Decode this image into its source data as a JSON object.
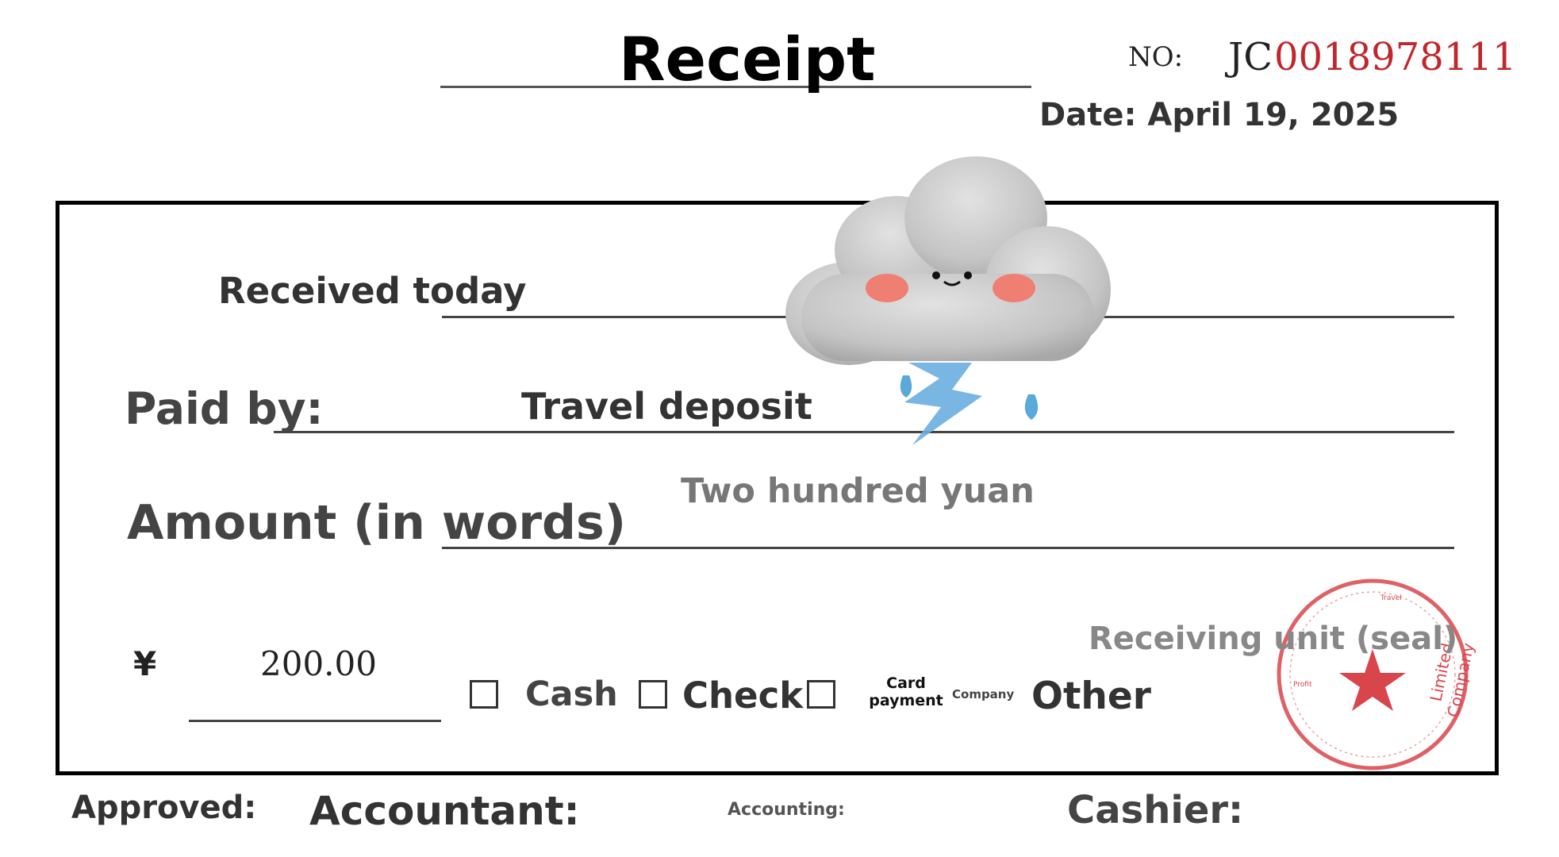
{
  "receipt": {
    "title": "Receipt",
    "number_label": "NO:",
    "number_prefix": "JC",
    "number_digits": "0018978111",
    "date": "Date: April 19, 2025"
  },
  "fields": {
    "received_label": "Received today",
    "paid_by_label": "Paid by:",
    "paid_by_value": "Travel deposit",
    "amount_words_label": "Amount (in words)",
    "amount_words_value": "Two hundred yuan",
    "currency_symbol": "¥",
    "amount_value": "200.00"
  },
  "payment_methods": {
    "cash": "Cash",
    "check": "Check",
    "card": "Card payment",
    "company_small": "Company",
    "other": "Other"
  },
  "seal": {
    "label": "Receiving unit (seal)",
    "text_travel": "Travel",
    "text_profit": "Profit",
    "text_limited": "Limited",
    "text_company": "Company"
  },
  "footer": {
    "approved": "Approved:",
    "accountant": "Accountant:",
    "accounting": "Accounting:",
    "cashier": "Cashier:"
  },
  "colors": {
    "number_red": "#c0272d",
    "seal_red": "#d8454b",
    "cloud_gray": "#c9c9c9",
    "bolt_blue": "#6aaee0"
  }
}
